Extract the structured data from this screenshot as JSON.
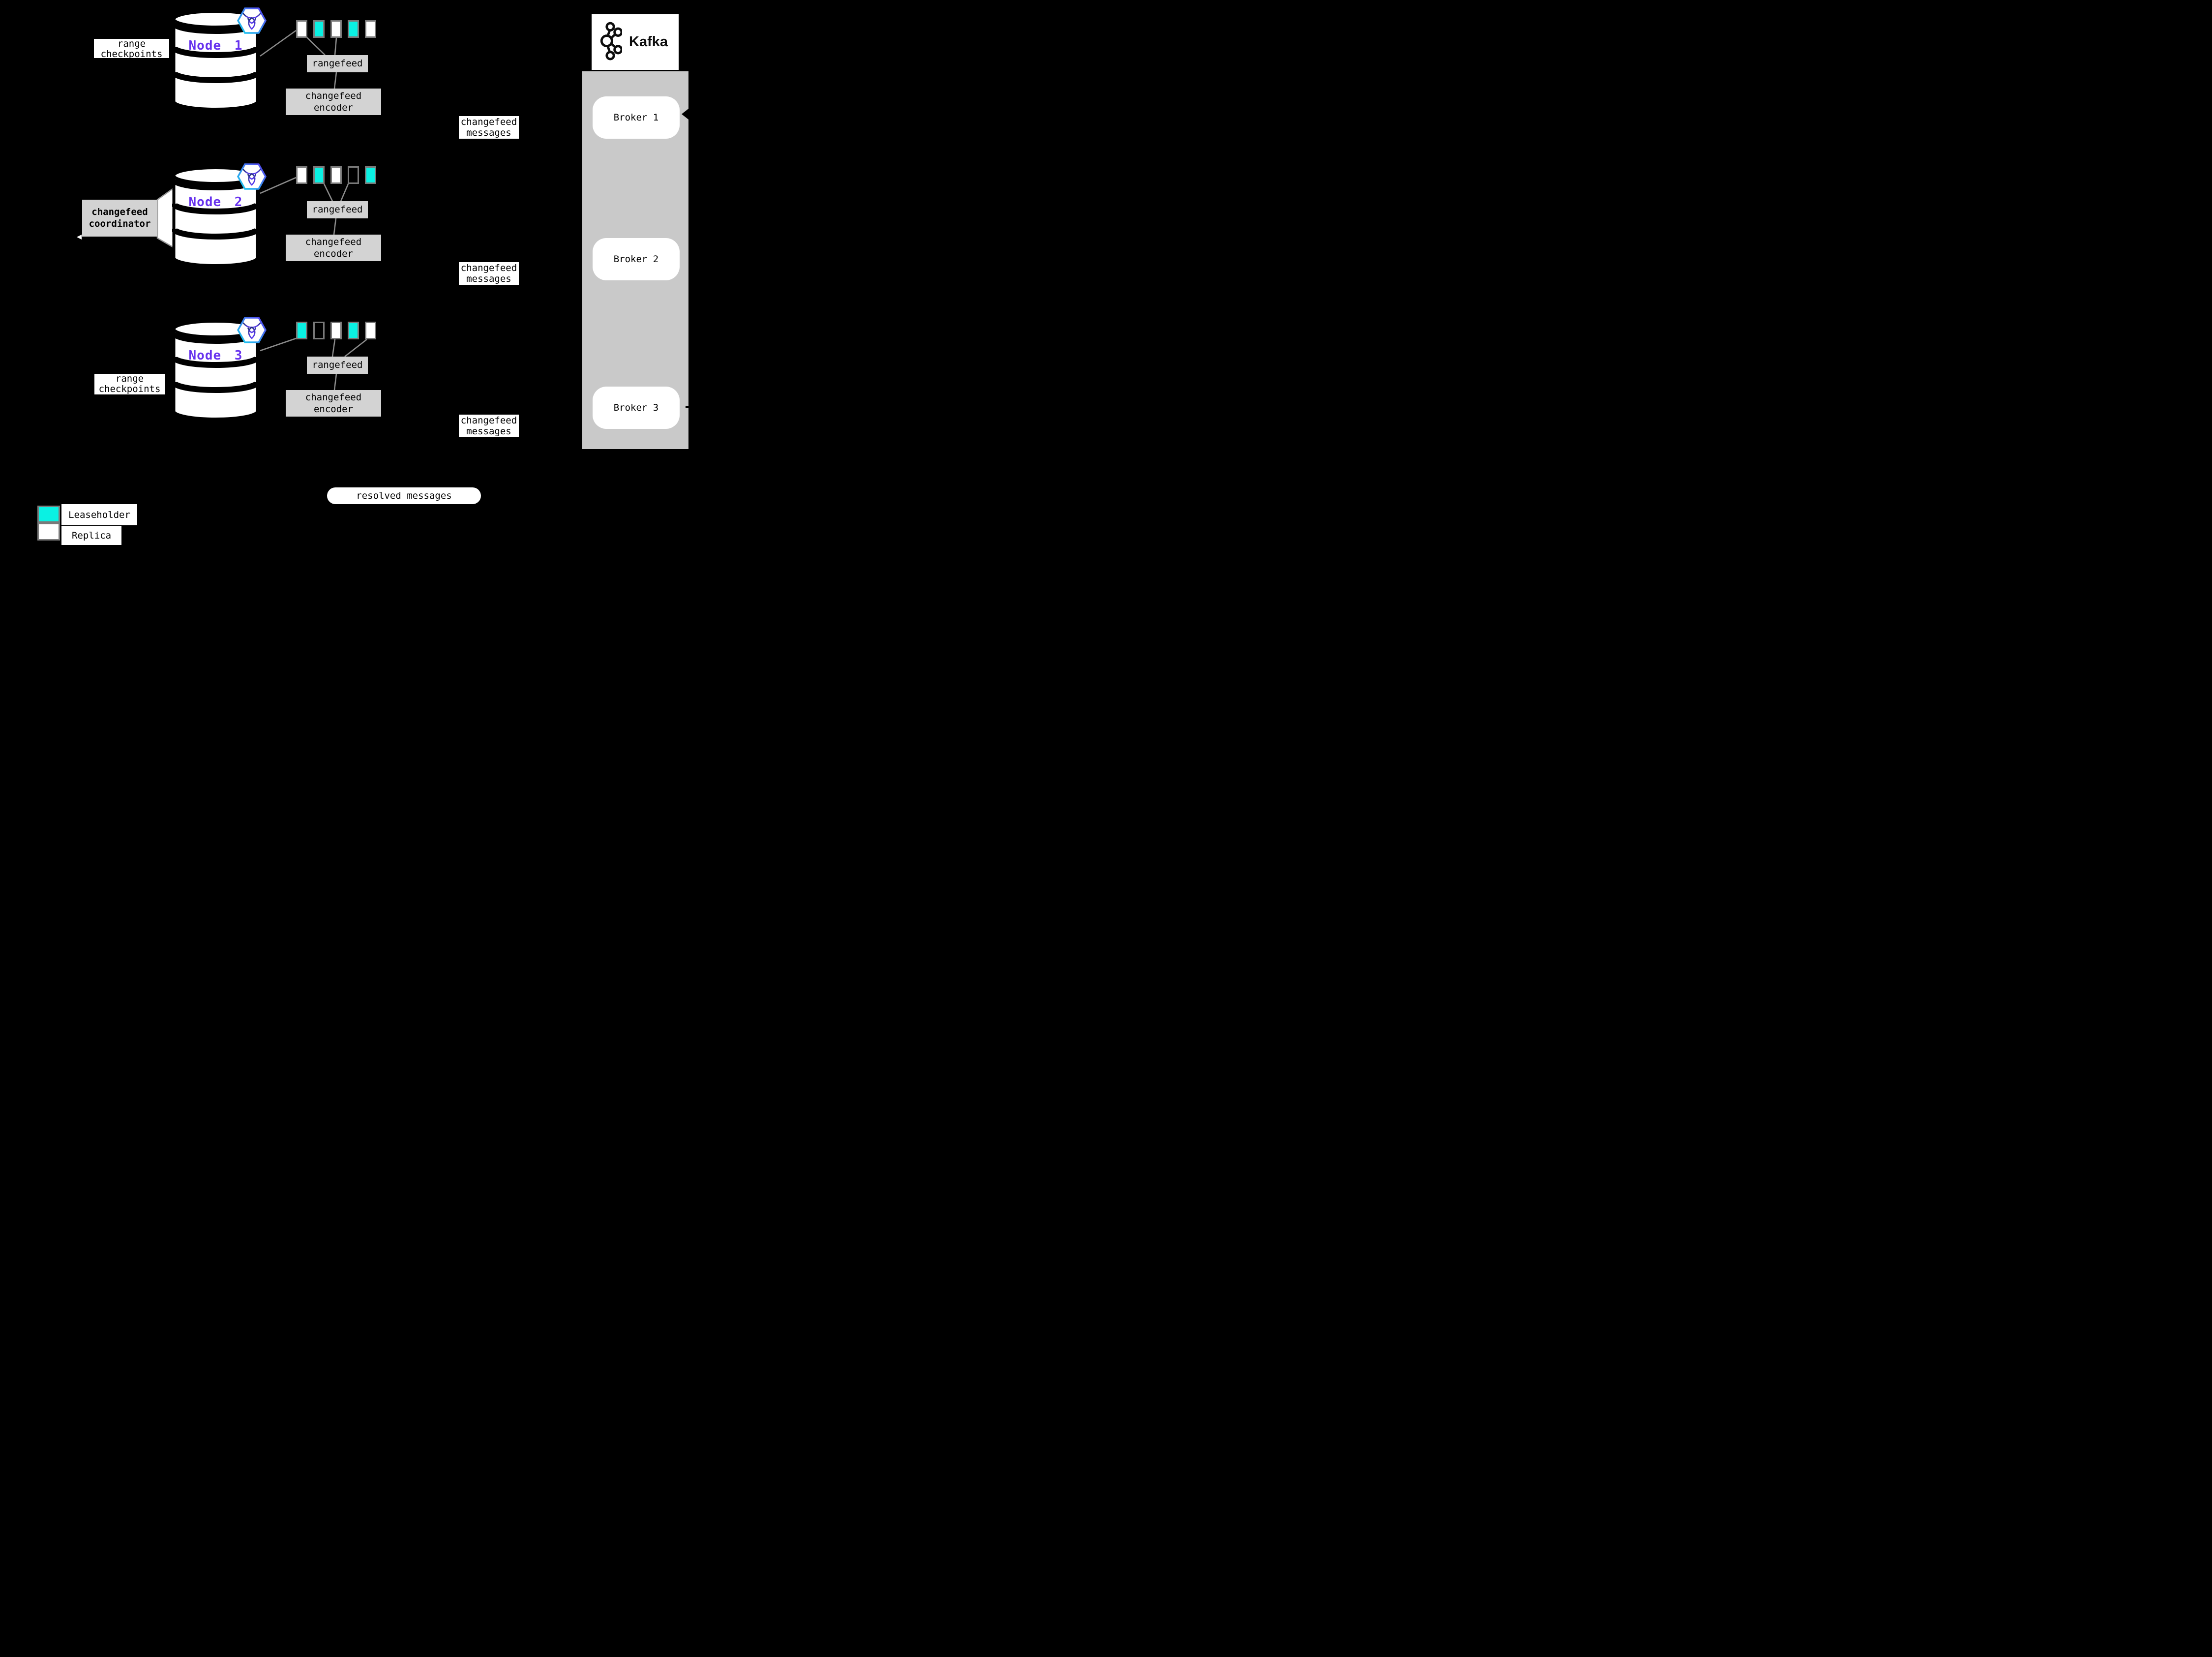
{
  "colors": {
    "background": "#000000",
    "leaseholder": "#0AF1E3",
    "replica": "#FFFFFF",
    "empty": "transparent",
    "panel_gray": "#C9C9C9",
    "box_gray": "#D3D3D3",
    "border_gray": "#7A7A7A",
    "line_gray": "#8A8A8A",
    "node_label_purple": "#6732EE"
  },
  "icons": {
    "database_icon": "cylinder-shape",
    "cockroachdb_icon": "hexagon-badge",
    "kafka_icon": "circle-cluster",
    "arrowhead_icon": "left-triangle"
  },
  "nodes": [
    {
      "label": "Node 1",
      "ranges": [
        "replica",
        "leaseholder",
        "replica",
        "leaseholder",
        "replica"
      ]
    },
    {
      "label": "Node 2",
      "ranges": [
        "replica",
        "leaseholder",
        "replica",
        "empty",
        "leaseholder"
      ]
    },
    {
      "label": "Node 3",
      "ranges": [
        "leaseholder",
        "empty",
        "replica",
        "leaseholder",
        "replica"
      ]
    }
  ],
  "labels": {
    "rangefeed": "rangefeed",
    "encoder": [
      "changefeed",
      "encoder"
    ],
    "messages": [
      "changefeed",
      "messages"
    ],
    "coordinator": [
      "changefeed",
      "coordinator"
    ],
    "checkpoints": [
      "range",
      "checkpoints"
    ],
    "resolved": "resolved messages"
  },
  "kafka": {
    "brand": "Kafka",
    "brokers": [
      "Broker 1",
      "Broker 2",
      "Broker 3"
    ]
  },
  "legend": {
    "items": [
      {
        "state": "leaseholder",
        "label": "Leaseholder"
      },
      {
        "state": "replica",
        "label": "Replica"
      }
    ]
  }
}
